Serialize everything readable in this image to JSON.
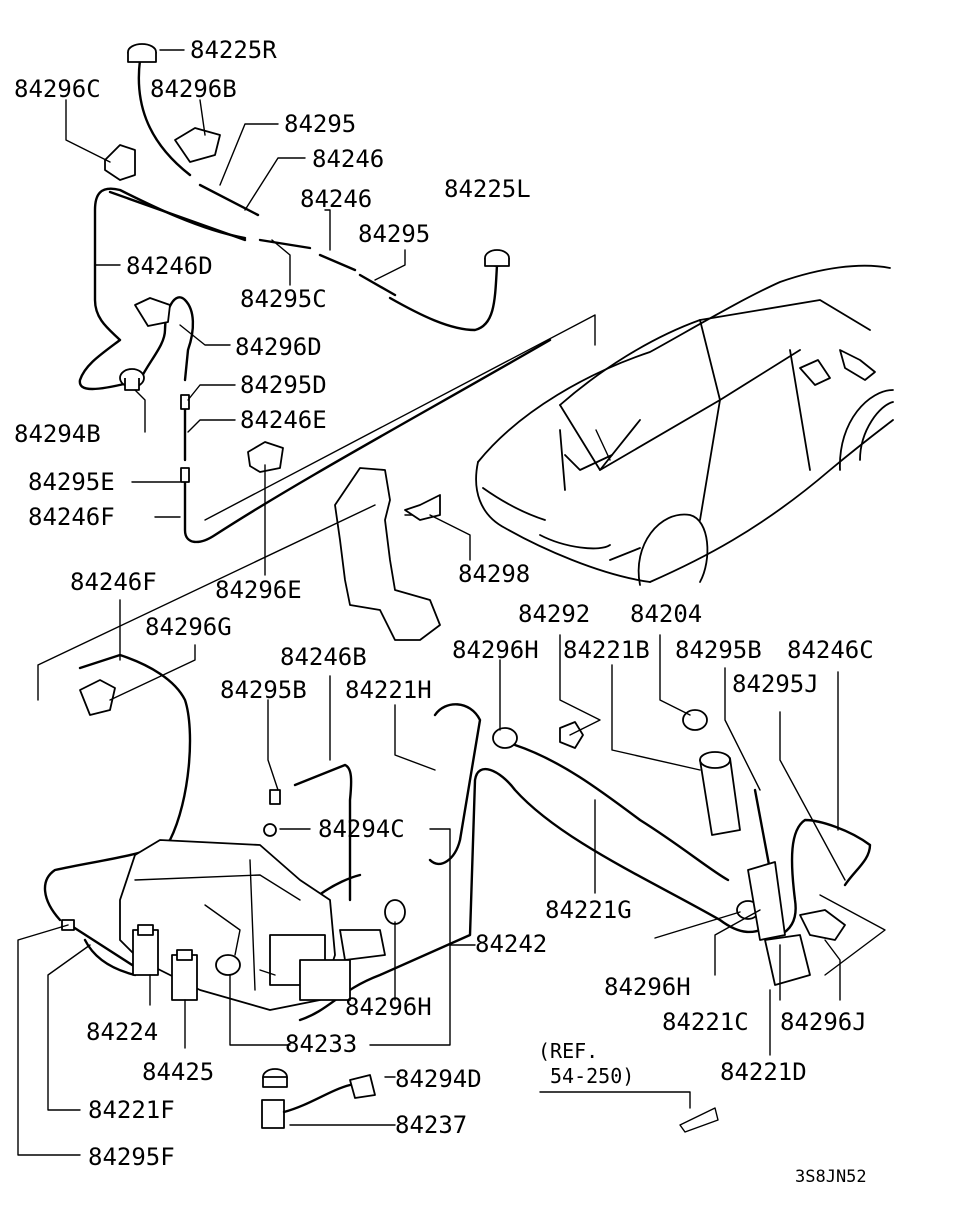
{
  "labels": {
    "p84225R": "84225R",
    "p84296C": "84296C",
    "p84296B": "84296B",
    "p84295_a": "84295",
    "p84246_a": "84246",
    "p84246_b": "84246",
    "p84225L": "84225L",
    "p84295_b": "84295",
    "p84246D": "84246D",
    "p84295C": "84295C",
    "p84296D": "84296D",
    "p84295D": "84295D",
    "p84294B": "84294B",
    "p84246E": "84246E",
    "p84295E": "84295E",
    "p84246F_a": "84246F",
    "p84296E": "84296E",
    "p84298": "84298",
    "p84246F_b": "84246F",
    "p84296G": "84296G",
    "p84292": "84292",
    "p84204": "84204",
    "p84296H_a": "84296H",
    "p84221B": "84221B",
    "p84295B_a": "84295B",
    "p84246C": "84246C",
    "p84246B": "84246B",
    "p84295B_b": "84295B",
    "p84221H": "84221H",
    "p84295J": "84295J",
    "p84294C": "84294C",
    "p84221G": "84221G",
    "p84242": "84242",
    "p84296H_b": "84296H",
    "p84296H_c": "84296H",
    "p84224": "84224",
    "p84221C": "84221C",
    "p84296J": "84296J",
    "p84233": "84233",
    "p84425": "84425",
    "p84294D": "84294D",
    "p84221D": "84221D",
    "p84221F": "84221F",
    "p84237": "84237",
    "p84295F": "84295F"
  },
  "reference": {
    "line1": "(REF.",
    "line2": "54-250)"
  },
  "diagram_code": "3S8JN52"
}
